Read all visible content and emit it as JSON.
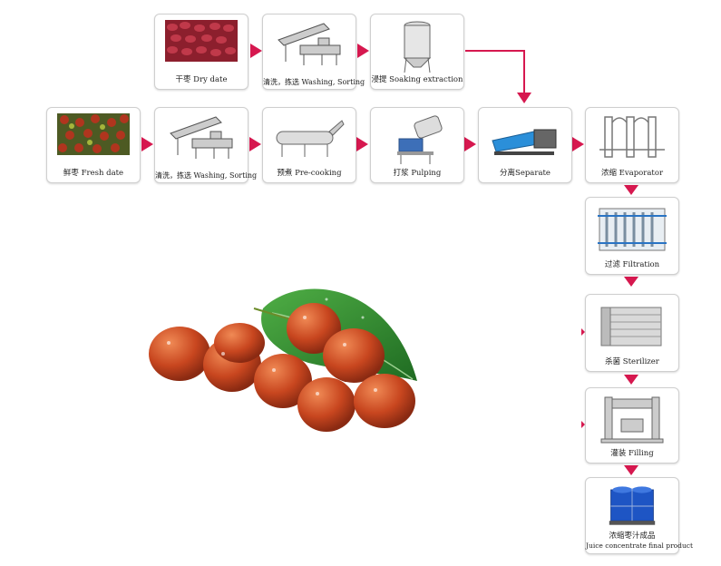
{
  "steps": {
    "dry_date": "干枣 Dry date",
    "washing_sorting_top": "清洗，拣选 Washing, Sorting",
    "soaking": "浸提 Soaking extraction",
    "fresh_date": "鲜枣 Fresh date",
    "washing_sorting_bottom": "清洗，拣选 Washing, Sorting",
    "pre_cooking": "预煮 Pre-cooking",
    "pulping": "打浆 Pulping",
    "separate": "分离Separate",
    "evaporator": "浓缩 Evaporator",
    "filtration": "过滤 Filtration",
    "sterilizer": "杀菌 Sterilizer",
    "filling": "灌装 Filling",
    "final_product_cn": "浓缩枣汁成品",
    "final_product_en": "Juice concentrate final product"
  },
  "colors": {
    "arrow": "#d6184f",
    "box_border": "#cfcfcf",
    "date_red": "#c8461f",
    "leaf_green": "#2e8a2e"
  },
  "icons": [
    "dates-photo-icon",
    "washing-machine-icon",
    "tank-icon",
    "pre-cooker-icon",
    "pulper-icon",
    "centrifuge-icon",
    "evaporator-icon",
    "filter-icon",
    "sterilizer-icon",
    "filling-machine-icon",
    "ibc-tank-icon"
  ]
}
